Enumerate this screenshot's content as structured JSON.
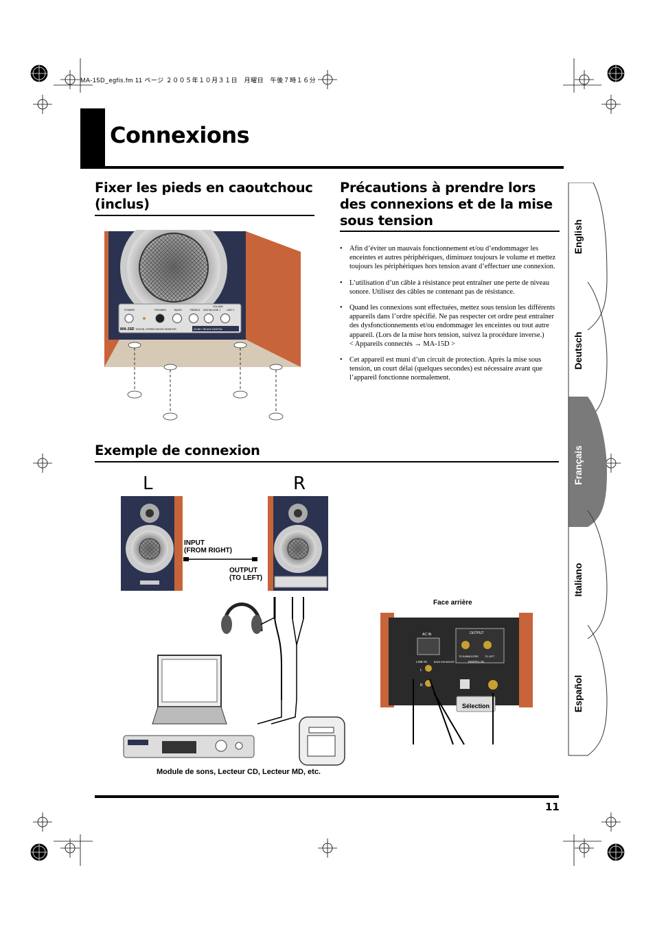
{
  "print_header": "MA-15D_egfis.fm  11 ページ  ２００５年１０月３１日　月曜日　午後７時１６分",
  "page_title": "Connexions",
  "section_feet": {
    "heading": "Fixer les pieds en caoutchouc (inclus)"
  },
  "section_precautions": {
    "heading": "Précautions à prendre lors des connexions et de la mise sous tension",
    "bullets": [
      "Afin d’éviter un mauvais fonctionnement et/ou d’endommager les enceintes et autres périphériques, diminuez toujours le volume et mettez toujours les périphériques hors tension avant d’effectuer une connexion.",
      "L’utilisation d’un câble à résistance peut entraîner une perte de niveau sonore. Utilisez des câbles ne contenant pas de résistance.",
      "Quand les connexions sont effectuées, mettez sous tension les différents appareils dans l’ordre spécifié. Ne pas respecter cet ordre peut entraîner des dysfonctionnements et/ou endommager les enceintes ou tout autre appareil. (Lors de la mise hors tension, suivez la procédure inverse.)",
      "Cet appareil est muni d’un circuit de protection. Après la mise sous tension, un court délai (quelques secondes) est nécessaire avant que l’appareil fonctionne normalement."
    ],
    "sequence": "< Appareils connectés → MA-15D >"
  },
  "section_example": {
    "heading": "Exemple de connexion",
    "label_left": "L",
    "label_right": "R",
    "input_label_1": "INPUT",
    "input_label_2": "(FROM RIGHT)",
    "output_label_1": "OUTPUT",
    "output_label_2": "(TO LEFT)",
    "rear_label": "Face arrière",
    "selection_label": "Sélection",
    "sources_caption": "Module de sons, Lecteur CD, Lecteur MD, etc."
  },
  "speaker_panel": {
    "power": "POWER",
    "phones": "PHONES",
    "bass": "BASS",
    "treble": "TREBLE",
    "volume": "VOLUME",
    "digital_line": "DIGITAL/LINE 1",
    "line2": "LINE 2",
    "model": "MA-15D",
    "subtitle": "DIGITAL STEREO MICRO MONITOR",
    "badge": "24 Bit / 96 kHz DIGITAL"
  },
  "rear_panel": {
    "ac_in": "AC IN",
    "output": "OUTPUT",
    "subwoofer": "TO SUBWOOFER",
    "to_left": "TO LEFT",
    "line_in": "LINE IN",
    "digital_in": "DIGITAL IN",
    "bass_enhancer": "BASS ENHANCER",
    "l": "L",
    "r": "R"
  },
  "language_tabs": [
    "English",
    "Deutsch",
    "Français",
    "Italiano",
    "Español"
  ],
  "active_tab": "Français",
  "page_number": "11",
  "colors": {
    "wood": "#c8643a",
    "panel": "#2b3350",
    "tab_active": "#7a7a7a"
  }
}
